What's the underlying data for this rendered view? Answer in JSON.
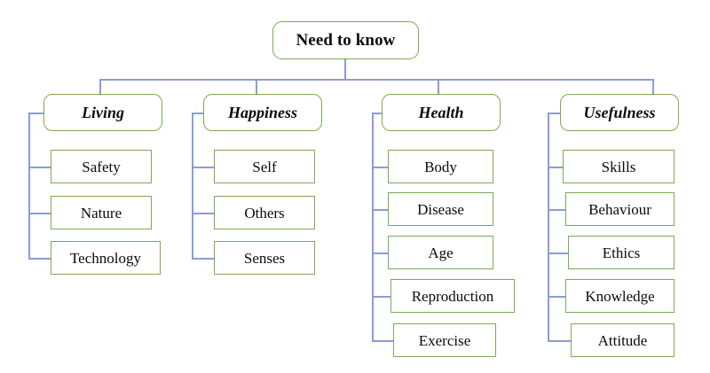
{
  "diagram": {
    "title": "Need to know",
    "type": "hierarchy-tree",
    "colors": {
      "node_border": "#7cab55",
      "connector": "#8b9cd4",
      "background": "#ffffff",
      "text": "#0b0b0b"
    },
    "root": {
      "label": "Need to know"
    },
    "branches": [
      {
        "label": "Living",
        "children": [
          {
            "label": "Safety"
          },
          {
            "label": "Nature"
          },
          {
            "label": "Technology"
          }
        ]
      },
      {
        "label": "Happiness",
        "children": [
          {
            "label": "Self"
          },
          {
            "label": "Others"
          },
          {
            "label": "Senses"
          }
        ]
      },
      {
        "label": "Health",
        "children": [
          {
            "label": "Body"
          },
          {
            "label": "Disease"
          },
          {
            "label": "Age"
          },
          {
            "label": "Reproduction"
          },
          {
            "label": "Exercise"
          }
        ]
      },
      {
        "label": "Usefulness",
        "children": [
          {
            "label": "Skills"
          },
          {
            "label": "Behaviour"
          },
          {
            "label": "Ethics"
          },
          {
            "label": "Knowledge"
          },
          {
            "label": "Attitude"
          }
        ]
      }
    ]
  }
}
